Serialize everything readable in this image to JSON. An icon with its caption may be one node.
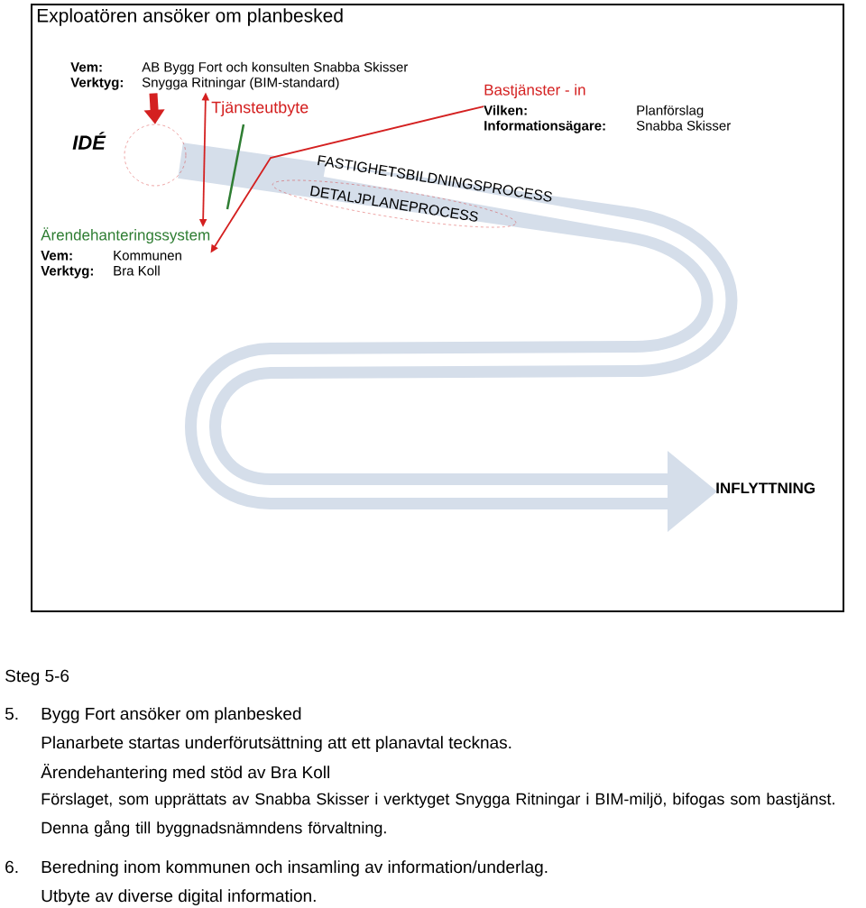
{
  "diagram": {
    "title": "Exploatören ansöker om planbesked",
    "nodes": [
      {
        "text": [
          "Vem:",
          "AB Bygg Fort och konsulten Snabba Skisser",
          "Verktyg:",
          "Snygga Ritningar (BIM-standard)"
        ]
      },
      {
        "text": [],
        "shape": "circle"
      },
      {
        "text": [
          "Bastjänster - in",
          "Vilken:",
          "Planförslag",
          "Informationsägare:",
          "Snabba Skisser"
        ]
      },
      {
        "text": [
          "Ärendehanteringssystem",
          "Vem:",
          "Kommunen",
          "Verktyg:",
          "Bra Koll"
        ]
      },
      {
        "text": [
          "DETALJPLANEPROCESS"
        ]
      }
    ],
    "edges": [
      {
        "from": 0,
        "to": 1,
        "arrow": "to",
        "style": "thick"
      },
      {
        "from": 3,
        "to": 0,
        "arrow": "both"
      },
      {
        "from": 2,
        "to": 3,
        "arrow": "to"
      }
    ],
    "labels": [
      "IDÉ",
      "Tjänsteutbyte",
      "FASTIGHETSBILDNINGSPROCESS",
      "INFLYTTNING",
      "Steg 5-6",
      "5.",
      "Bygg Fort ansöker om planbesked",
      "Planarbete startas underförutsättning att ett planavtal tecknas.",
      "Ärendehantering med stöd av Bra Koll",
      "Förslaget, som upprättats av Snabba Skisser i verktyget Snygga Ritningar i BIM-miljö, bifogas som bastjänst. Denna gång till byggnadsnämndens förvaltning.",
      "6.",
      "Beredning inom kommunen och insamling av information/underlag.",
      "Utbyte av diverse digital information."
    ]
  }
}
